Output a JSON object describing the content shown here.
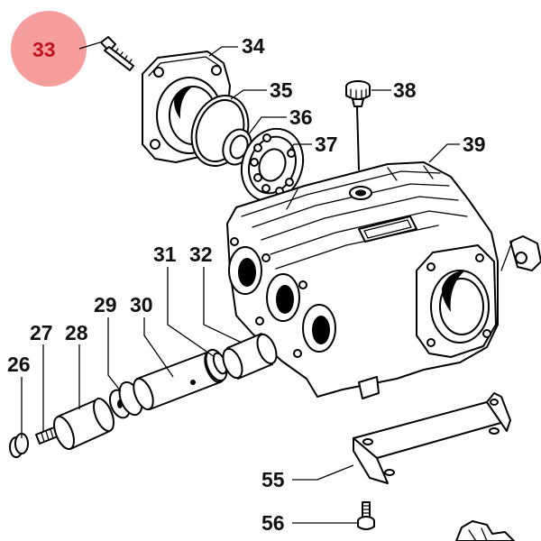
{
  "highlight_color": "#f58c8c",
  "highlight_text_color": "#c0141e",
  "labels": {
    "p26": "26",
    "p27": "27",
    "p28": "28",
    "p29": "29",
    "p30": "30",
    "p31": "31",
    "p32": "32",
    "p33": "33",
    "p34": "34",
    "p35": "35",
    "p36": "36",
    "p37": "37",
    "p38": "38",
    "p39": "39",
    "p55": "55",
    "p56": "56"
  },
  "highlighted_part": "33"
}
